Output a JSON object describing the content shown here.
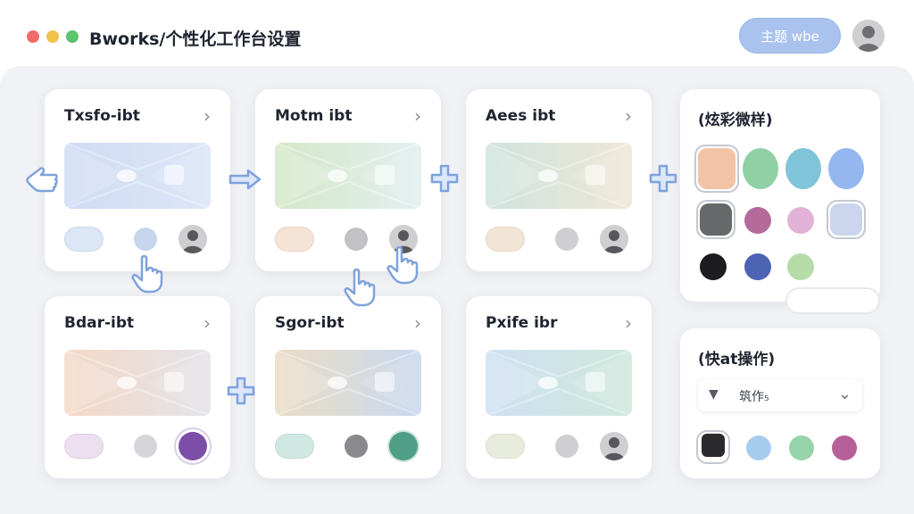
{
  "window": {
    "title": "Bworks/个性化工作台设置",
    "theme_button": "主题 wbe"
  },
  "cards": [
    {
      "title": "Txsfo-ibt",
      "pill": "#dbe7f7",
      "dot": "#c5d6ee",
      "end": "avatar",
      "thumb": [
        "#cfdcf4",
        "#dde6f8"
      ]
    },
    {
      "title": "Motm ibt",
      "pill": "#f5e3d5",
      "dot": "#c2c2c4",
      "end": "avatar",
      "thumb": [
        "#d4e8c8",
        "#e3eff0"
      ]
    },
    {
      "title": "Aees ibt",
      "pill": "#f1e6d5",
      "dot": "#cfcfd2",
      "end": "avatar",
      "thumb": [
        "#cfe3de",
        "#efe8d6"
      ]
    },
    {
      "title": "Bdar-ibt",
      "pill": "#ecdff0",
      "dot": "#d6d6da",
      "end": "purple",
      "thumb": [
        "#f4d8c6",
        "#e4e4ea"
      ]
    },
    {
      "title": "Sgor-ibt",
      "pill": "#cfe8e2",
      "dot": "#8a8a8e",
      "end": "teal",
      "thumb": [
        "#ecdcc4",
        "#c9d9f0"
      ]
    },
    {
      "title": "Pxife ibr",
      "pill": "#e8ecdc",
      "dot": "#cfcfd2",
      "end": "avatar",
      "thumb": [
        "#cfe0f2",
        "#cfe9dc"
      ]
    }
  ],
  "color_panel": {
    "title": "(炫彩微样)",
    "swatches": [
      "#f3c3a6",
      "#8fd1a4",
      "#7fc4d8",
      "#95b7f0",
      "#666869",
      "#b46a9a",
      "#e2b3d6",
      "#ccd5ee",
      "#1d1d1f",
      "#4d64b4",
      "#b5dca6"
    ]
  },
  "quick_panel": {
    "title": "(快at操作)",
    "select_value": "筑作₅",
    "swatches": [
      "#2b2b2d",
      "#a6cdee",
      "#97d4a9",
      "#b6609a"
    ]
  },
  "icons": {
    "chevron": "chevron-right-icon",
    "connector_arrow": "arrow-right-icon",
    "connector_plus": "plus-icon",
    "pointer": "pointing-hand-icon"
  }
}
